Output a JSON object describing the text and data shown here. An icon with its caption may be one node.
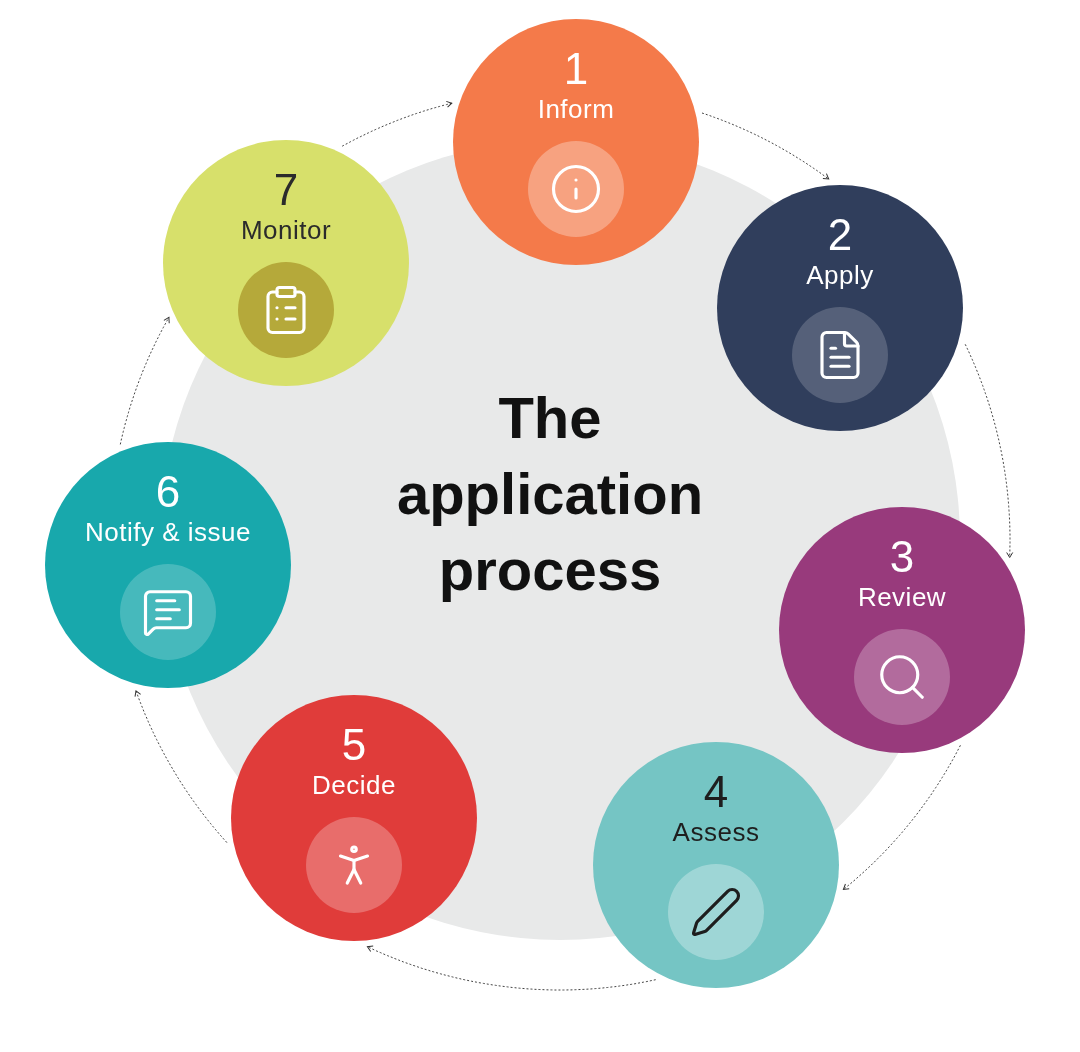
{
  "diagram": {
    "title": "The application process",
    "nodes": [
      {
        "text": [
          "1",
          "Inform"
        ]
      },
      {
        "text": [
          "2",
          "Apply"
        ]
      },
      {
        "text": [
          "3",
          "Review"
        ]
      },
      {
        "text": [
          "4",
          "Assess"
        ]
      },
      {
        "text": [
          "5",
          "Decide"
        ]
      },
      {
        "text": [
          "6",
          "Notify & issue"
        ]
      },
      {
        "text": [
          "7",
          "Monitor"
        ]
      }
    ],
    "edges": [
      {
        "from": 0,
        "to": 1,
        "arrow": "to",
        "style": "dashed"
      },
      {
        "from": 1,
        "to": 2,
        "arrow": "to",
        "style": "dashed"
      },
      {
        "from": 2,
        "to": 3,
        "arrow": "to",
        "style": "dashed"
      },
      {
        "from": 3,
        "to": 4,
        "arrow": "to",
        "style": "dashed"
      },
      {
        "from": 4,
        "to": 5,
        "arrow": "to",
        "style": "dashed"
      },
      {
        "from": 5,
        "to": 6,
        "arrow": "to",
        "style": "dashed"
      },
      {
        "from": 6,
        "to": 0,
        "arrow": "to",
        "style": "dashed"
      }
    ]
  }
}
